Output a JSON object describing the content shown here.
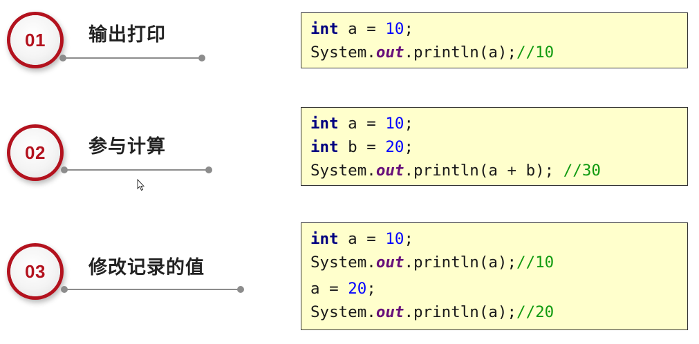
{
  "items": [
    {
      "number": "01",
      "title": "输出打印",
      "code": [
        {
          "kw": "int",
          "rest": " a = ",
          "num": "10",
          "end": ";"
        },
        {
          "pre": "System.",
          "field": "out",
          "post": ".println(a);",
          "cmt": "//10"
        }
      ]
    },
    {
      "number": "02",
      "title": "参与计算",
      "code": [
        {
          "kw": "int",
          "rest": " a = ",
          "num": "10",
          "end": ";"
        },
        {
          "kw": "int",
          "rest": " b = ",
          "num": "20",
          "end": ";"
        },
        {
          "pre": "System.",
          "field": "out",
          "post": ".println(a + b); ",
          "cmt": "//30"
        }
      ]
    },
    {
      "number": "03",
      "title": "修改记录的值",
      "code": [
        {
          "kw": "int",
          "rest": " a = ",
          "num": "10",
          "end": ";"
        },
        {
          "pre": "System.",
          "field": "out",
          "post": ".println(a);",
          "cmt": "//10"
        },
        {
          "pre": "a = ",
          "num": "20",
          "end": ";"
        },
        {
          "pre": "System.",
          "field": "out",
          "post": ".println(a);",
          "cmt": "//20"
        }
      ]
    }
  ],
  "colors": {
    "badge_ring": "#b3121e",
    "code_background": "#ffffcc",
    "keyword": "#000080",
    "number": "#0000ff",
    "field": "#660e7a",
    "comment": "#109a10"
  },
  "icons": {
    "cursor": "mouse-pointer-icon"
  }
}
